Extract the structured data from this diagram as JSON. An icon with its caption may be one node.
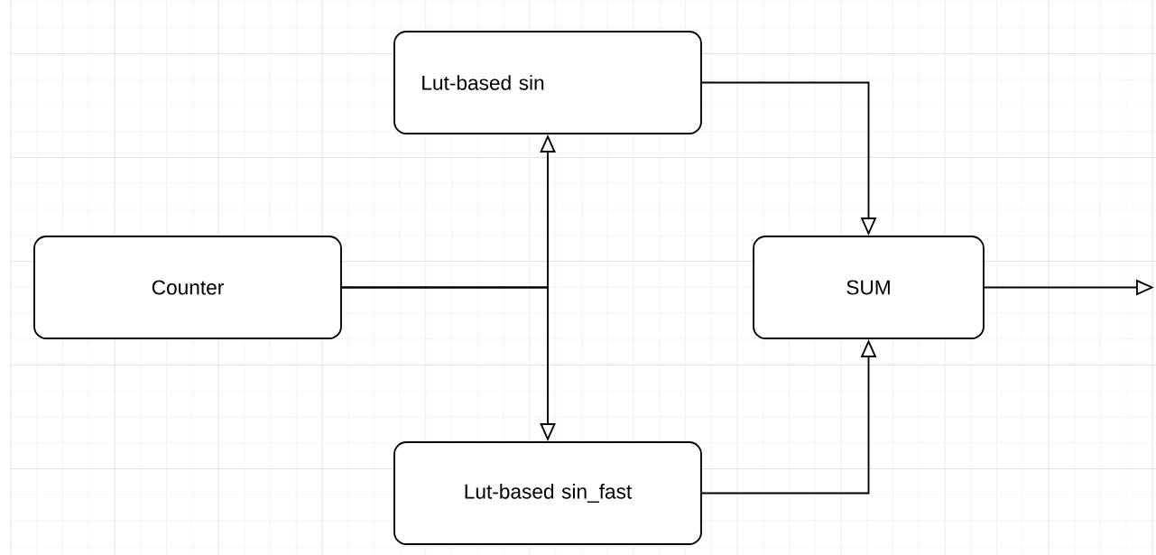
{
  "diagram": {
    "nodes": [
      {
        "text": [
          "Lut-based sin"
        ]
      },
      {
        "text": [
          "Counter"
        ]
      },
      {
        "text": [
          "SUM"
        ]
      },
      {
        "text": [
          "Lut-based sin_fast"
        ]
      }
    ],
    "edges": [
      {
        "from": 1,
        "to": 0,
        "arrow": "to"
      },
      {
        "from": 1,
        "to": 3,
        "arrow": "to"
      },
      {
        "from": 0,
        "to": 2,
        "arrow": "to"
      },
      {
        "from": 3,
        "to": 2,
        "arrow": "to"
      },
      {
        "from": 2,
        "to": null,
        "arrow": "to"
      }
    ]
  }
}
